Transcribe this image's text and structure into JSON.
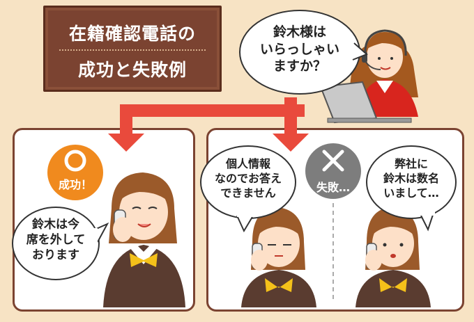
{
  "title": {
    "line1": "在籍確認電話の",
    "line2": "成功と失敗例"
  },
  "caller_bubble": {
    "line1": "鈴木様は",
    "line2": "いらっしゃい",
    "line3": "ますか？"
  },
  "success": {
    "badge": "成功！",
    "bubble": {
      "line1": "鈴木は今",
      "line2": "席を外して",
      "line3": "おります"
    }
  },
  "failure": {
    "badge": "失敗…",
    "bubble_left": {
      "line1": "個人情報",
      "line2": "なのでお答え",
      "line3": "できません"
    },
    "bubble_right": {
      "line1": "弊社に",
      "line2": "鈴木は数名",
      "line3": "いまして…"
    }
  },
  "colors": {
    "accent_red": "#e94a3c",
    "success_orange": "#f08a1e",
    "failure_gray": "#7d7d7d",
    "brown": "#7b4331"
  }
}
